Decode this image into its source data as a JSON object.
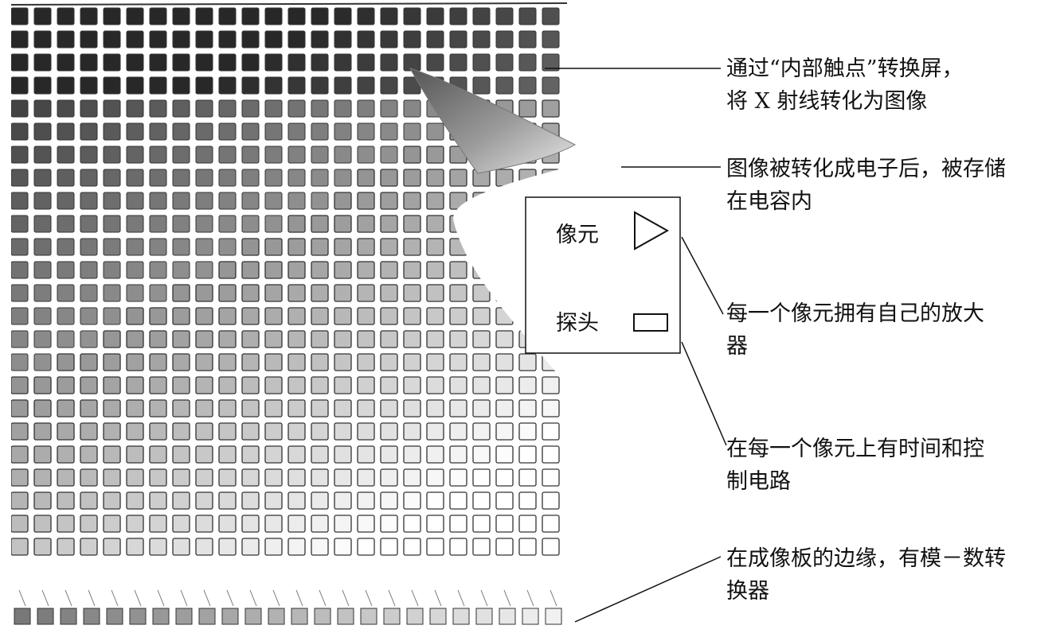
{
  "legend": {
    "pixel_label": "像元",
    "pixel_icon": "triangle-icon",
    "detector_label": "探头",
    "detector_icon": "rectangle-icon"
  },
  "callouts": [
    {
      "lines": [
        "通过“内部触点”转换屏，",
        "将 X 射线转化为图像"
      ]
    },
    {
      "lines": [
        "图像被转化成电子后，被存储",
        "在电容内"
      ]
    },
    {
      "lines": [
        "每一个像元拥有自己的放大",
        "器"
      ]
    },
    {
      "lines": [
        "在每一个像元上有时间和控",
        "制电路"
      ]
    },
    {
      "lines": [
        "在成像板的边缘，有模－数转",
        "换器"
      ]
    }
  ],
  "colors": {
    "ink": "#111111",
    "cell_dark": "#2a2a2a",
    "cell_light": "#ffffff",
    "curl_shadow": "#6e6e6e"
  }
}
